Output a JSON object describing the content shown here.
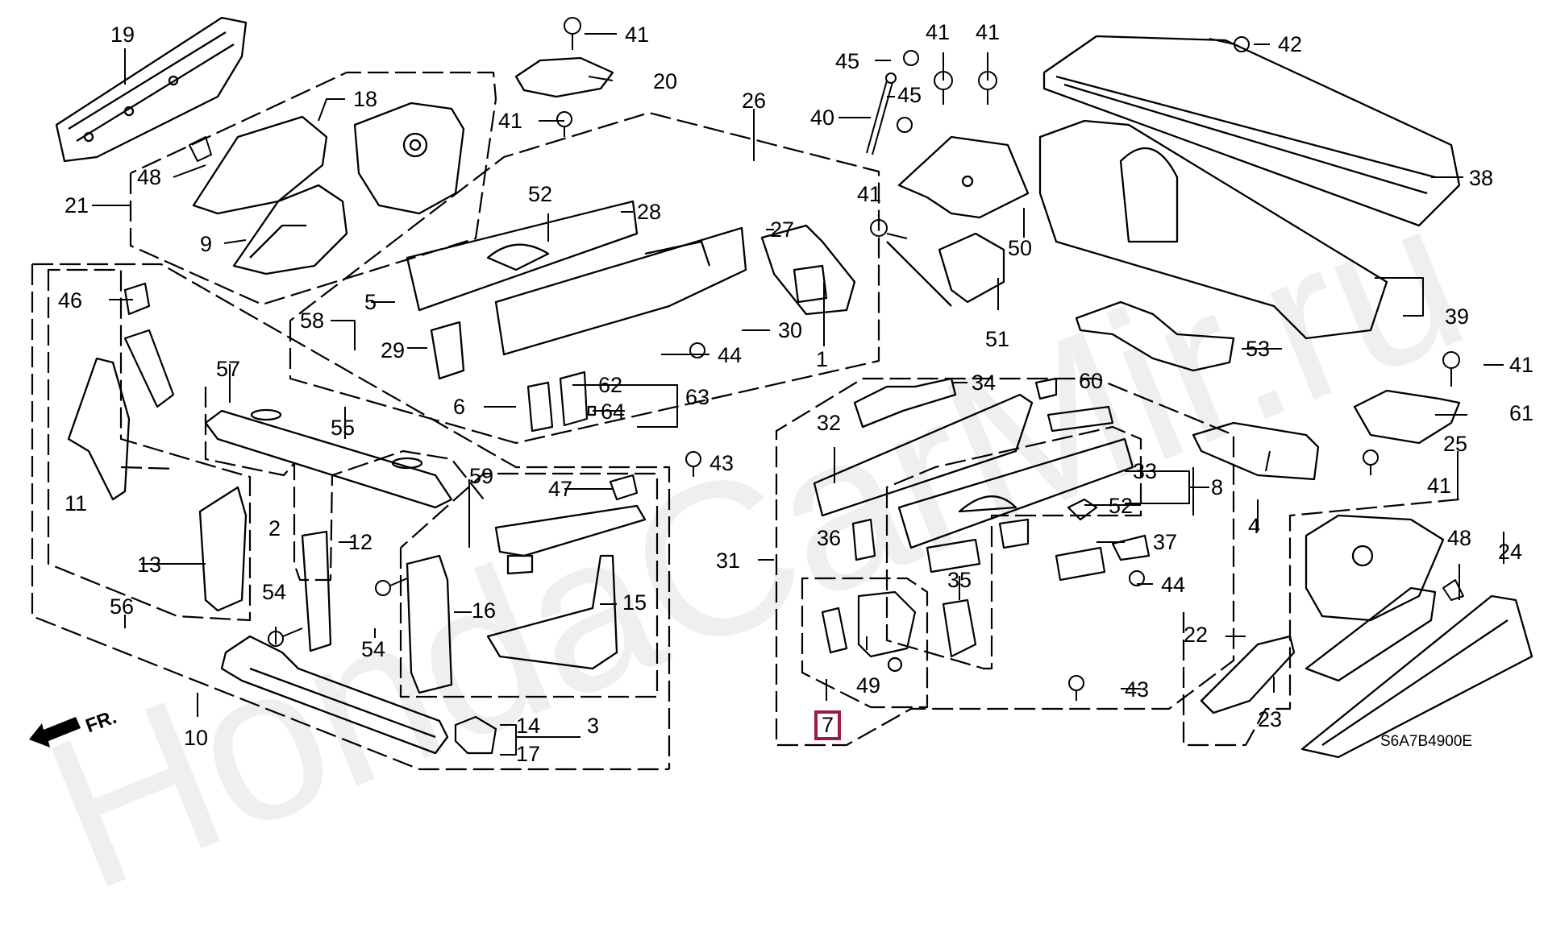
{
  "diagram": {
    "code": "S6A7B4900E",
    "watermark": "HondaCarMir.ru",
    "direction_label": "FR.",
    "highlight_color": "#9b1b42",
    "selected_callout": "7"
  },
  "callouts": [
    {
      "id": "c19",
      "text": "19"
    },
    {
      "id": "c18",
      "text": "18"
    },
    {
      "id": "c48a",
      "text": "48"
    },
    {
      "id": "c21",
      "text": "21"
    },
    {
      "id": "c9",
      "text": "9"
    },
    {
      "id": "c41a",
      "text": "41"
    },
    {
      "id": "c20",
      "text": "20"
    },
    {
      "id": "c41b",
      "text": "41"
    },
    {
      "id": "c26",
      "text": "26"
    },
    {
      "id": "c52a",
      "text": "52"
    },
    {
      "id": "c28",
      "text": "28"
    },
    {
      "id": "c27",
      "text": "27"
    },
    {
      "id": "c5",
      "text": "5"
    },
    {
      "id": "c58",
      "text": "58"
    },
    {
      "id": "c29",
      "text": "29"
    },
    {
      "id": "c30",
      "text": "30"
    },
    {
      "id": "c44a",
      "text": "44"
    },
    {
      "id": "c1",
      "text": "1"
    },
    {
      "id": "c6",
      "text": "6"
    },
    {
      "id": "c62",
      "text": "62"
    },
    {
      "id": "c63",
      "text": "63"
    },
    {
      "id": "c64",
      "text": "64"
    },
    {
      "id": "c46",
      "text": "46"
    },
    {
      "id": "c57",
      "text": "57"
    },
    {
      "id": "c55",
      "text": "55"
    },
    {
      "id": "c43a",
      "text": "43"
    },
    {
      "id": "c11",
      "text": "11"
    },
    {
      "id": "c2",
      "text": "2"
    },
    {
      "id": "c59",
      "text": "59"
    },
    {
      "id": "c47",
      "text": "47"
    },
    {
      "id": "c13",
      "text": "13"
    },
    {
      "id": "c12",
      "text": "12"
    },
    {
      "id": "c16",
      "text": "16"
    },
    {
      "id": "c15",
      "text": "15"
    },
    {
      "id": "c54a",
      "text": "54"
    },
    {
      "id": "c54b",
      "text": "54"
    },
    {
      "id": "c56",
      "text": "56"
    },
    {
      "id": "c10",
      "text": "10"
    },
    {
      "id": "c14",
      "text": "14"
    },
    {
      "id": "c17",
      "text": "17"
    },
    {
      "id": "c3",
      "text": "3"
    },
    {
      "id": "c45a",
      "text": "45"
    },
    {
      "id": "c45b",
      "text": "45"
    },
    {
      "id": "c40",
      "text": "40"
    },
    {
      "id": "c41c",
      "text": "41"
    },
    {
      "id": "c41d",
      "text": "41"
    },
    {
      "id": "c41e",
      "text": "41"
    },
    {
      "id": "c50",
      "text": "50"
    },
    {
      "id": "c51",
      "text": "51"
    },
    {
      "id": "c42",
      "text": "42"
    },
    {
      "id": "c38",
      "text": "38"
    },
    {
      "id": "c39",
      "text": "39"
    },
    {
      "id": "c53",
      "text": "53"
    },
    {
      "id": "c34",
      "text": "34"
    },
    {
      "id": "c32",
      "text": "32"
    },
    {
      "id": "c60",
      "text": "60"
    },
    {
      "id": "c33",
      "text": "33"
    },
    {
      "id": "c8",
      "text": "8"
    },
    {
      "id": "c52b",
      "text": "52"
    },
    {
      "id": "c4",
      "text": "4"
    },
    {
      "id": "c36",
      "text": "36"
    },
    {
      "id": "c37",
      "text": "37"
    },
    {
      "id": "c31",
      "text": "31"
    },
    {
      "id": "c35",
      "text": "35"
    },
    {
      "id": "c44b",
      "text": "44"
    },
    {
      "id": "c49",
      "text": "49"
    },
    {
      "id": "c7",
      "text": "7"
    },
    {
      "id": "c43b",
      "text": "43"
    },
    {
      "id": "c41f",
      "text": "41"
    },
    {
      "id": "c61",
      "text": "61"
    },
    {
      "id": "c41g",
      "text": "41"
    },
    {
      "id": "c25",
      "text": "25"
    },
    {
      "id": "c48b",
      "text": "48"
    },
    {
      "id": "c24",
      "text": "24"
    },
    {
      "id": "c22",
      "text": "22"
    },
    {
      "id": "c23",
      "text": "23"
    }
  ]
}
